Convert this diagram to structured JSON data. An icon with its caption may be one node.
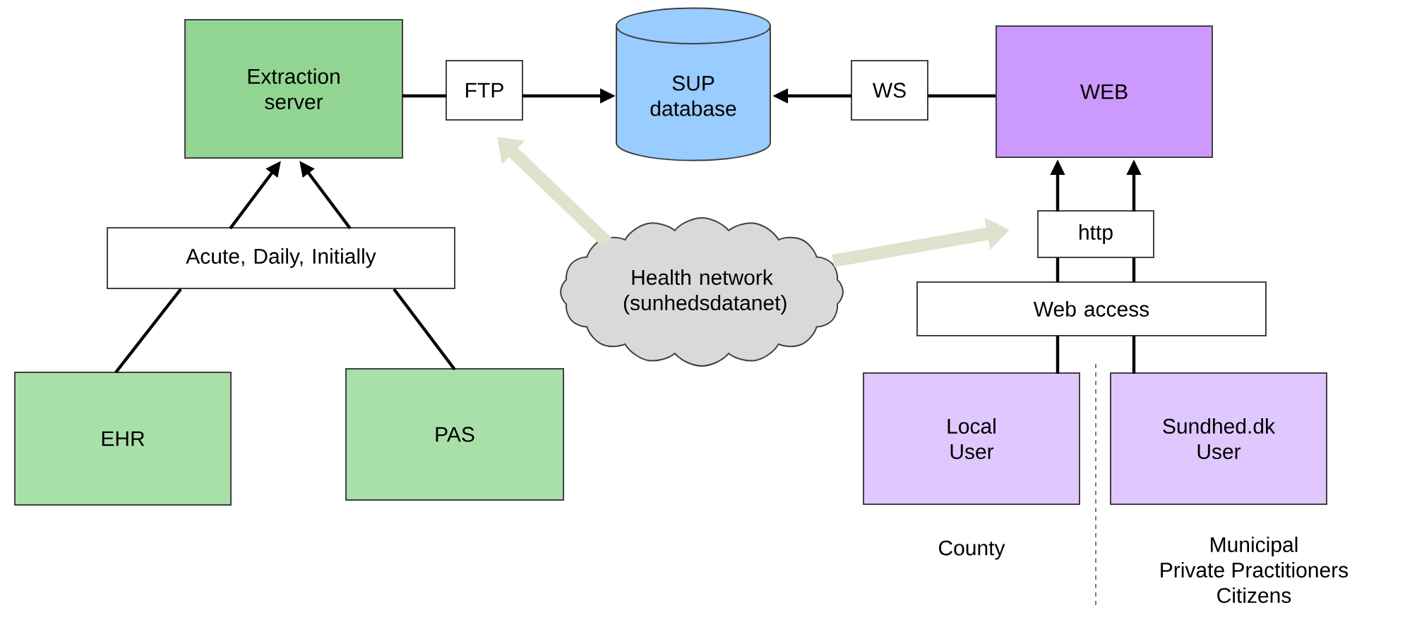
{
  "diagram": {
    "nodes": [
      {
        "text": [
          "Extraction server"
        ]
      },
      {
        "text": [
          "FTP"
        ]
      },
      {
        "text": [
          "SUP database"
        ]
      },
      {
        "text": [
          "WS"
        ]
      },
      {
        "text": [
          "WEB"
        ]
      },
      {
        "text": [
          "Acute, Daily, Initially"
        ]
      },
      {
        "text": [
          "EHR"
        ]
      },
      {
        "text": [
          "PAS"
        ]
      },
      {
        "text": [
          "Health network (sunhedsdatanet)"
        ]
      },
      {
        "text": [
          "http"
        ]
      },
      {
        "text": [
          "Web access"
        ]
      },
      {
        "text": [
          "Local User"
        ],
        "beside": [
          "County"
        ]
      },
      {
        "text": [
          "Sundhed.dk User"
        ],
        "beside": [
          "Municipal",
          "Private Practitioners",
          "Citizens"
        ]
      }
    ],
    "edges": [
      {
        "from": 0,
        "to": 1,
        "arrow": "none"
      },
      {
        "from": 1,
        "to": 2,
        "arrow": "to"
      },
      {
        "from": 4,
        "to": 3,
        "arrow": "none"
      },
      {
        "from": 3,
        "to": 2,
        "arrow": "to"
      },
      {
        "from": 5,
        "to": 0,
        "arrow": "to"
      },
      {
        "from": 5,
        "to": 0,
        "arrow": "to"
      },
      {
        "from": 6,
        "to": 5,
        "arrow": "none"
      },
      {
        "from": 7,
        "to": 5,
        "arrow": "none"
      },
      {
        "from": 8,
        "to": 1,
        "arrow": "to",
        "style": "thick",
        "color": "#dde3cc"
      },
      {
        "from": 8,
        "to": 9,
        "arrow": "to",
        "style": "thick",
        "color": "#dde3cc"
      },
      {
        "from": 10,
        "to": 9,
        "arrow": "none"
      },
      {
        "from": 10,
        "to": 9,
        "arrow": "none"
      },
      {
        "from": 9,
        "to": 4,
        "arrow": "to"
      },
      {
        "from": 9,
        "to": 4,
        "arrow": "to"
      },
      {
        "from": 11,
        "to": 10,
        "arrow": "none"
      },
      {
        "from": 12,
        "to": 10,
        "arrow": "none"
      }
    ]
  }
}
